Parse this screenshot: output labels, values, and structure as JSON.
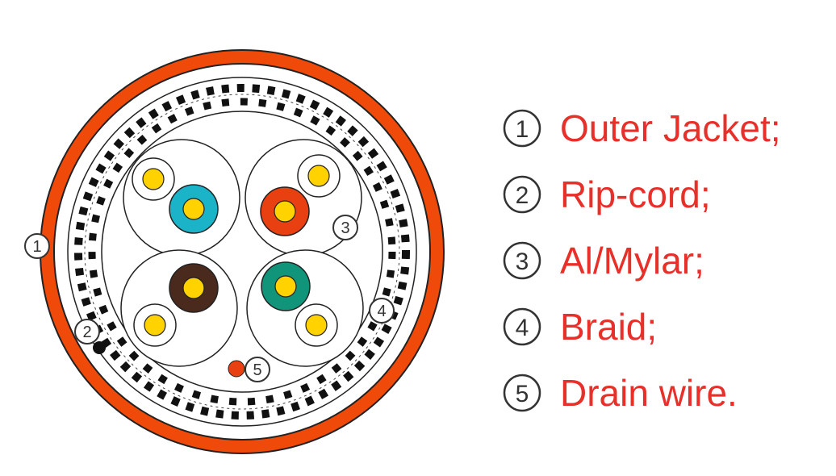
{
  "colors": {
    "jacket": "#f04a0a",
    "label_red": "#e8302a",
    "blue": "#1ab3c8",
    "orange": "#e84010",
    "brown": "#4a2a1c",
    "green": "#11957a",
    "core": "#ffd200",
    "callout_stroke": "#333333"
  },
  "legend": {
    "items": [
      {
        "num": "1",
        "label": "Outer Jacket;"
      },
      {
        "num": "2",
        "label": "Rip-cord;"
      },
      {
        "num": "3",
        "label": "Al/Mylar;"
      },
      {
        "num": "4",
        "label": "Braid;"
      },
      {
        "num": "5",
        "label": "Drain wire."
      }
    ]
  },
  "callouts": {
    "outer_jacket": "1",
    "rip_cord": "2",
    "al_mylar": "3",
    "braid": "4",
    "drain_wire": "5"
  }
}
